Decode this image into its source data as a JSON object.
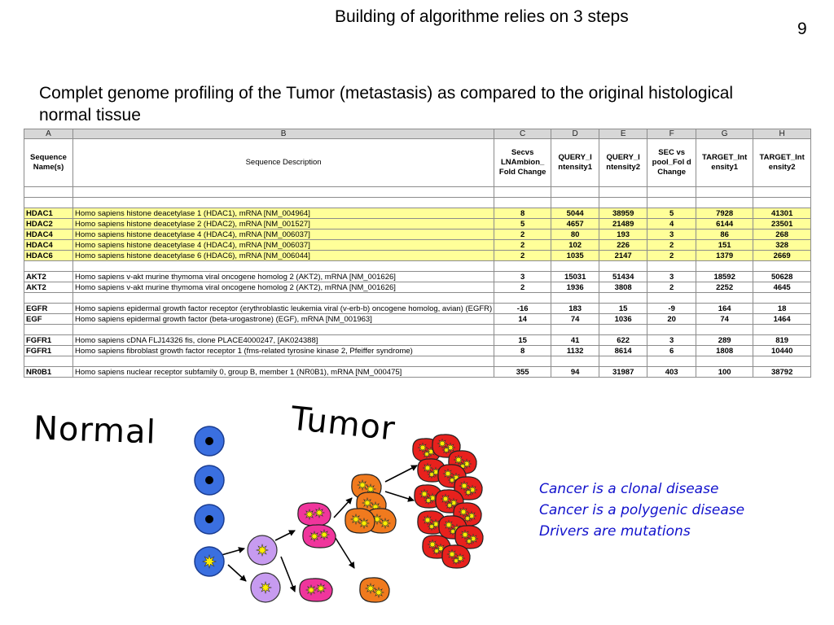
{
  "slide": {
    "title": "Building of algorithme relies on 3 steps",
    "number": "9",
    "subtitle": "Complet genome profiling of the Tumor (metastasis) as compared to the original histological normal tissue"
  },
  "spreadsheet": {
    "column_letters": [
      "A",
      "B",
      "C",
      "D",
      "E",
      "F",
      "G",
      "H"
    ],
    "headers": [
      "Sequence Name(s)",
      "Sequence Description",
      "Secvs LNAmbion_ Fold Change",
      "QUERY_I ntensity1",
      "QUERY_I ntensity2",
      "SEC vs pool_Fol d Change",
      "TARGET_Int ensity1",
      "TARGET_Int ensity2"
    ],
    "highlight_color": "#ffff99",
    "rows": [
      {
        "type": "blank"
      },
      {
        "type": "blank"
      },
      {
        "type": "data",
        "highlight": true,
        "cells": [
          "HDAC1",
          "Homo sapiens histone deacetylase 1 (HDAC1), mRNA [NM_004964]",
          "8",
          "5044",
          "38959",
          "5",
          "7928",
          "41301"
        ]
      },
      {
        "type": "data",
        "highlight": true,
        "cells": [
          "HDAC2",
          "Homo sapiens histone deacetylase 2 (HDAC2), mRNA [NM_001527]",
          "5",
          "4657",
          "21489",
          "4",
          "6144",
          "23501"
        ]
      },
      {
        "type": "data",
        "highlight": true,
        "cells": [
          "HDAC4",
          "Homo sapiens histone deacetylase 4 (HDAC4), mRNA [NM_006037]",
          "2",
          "80",
          "193",
          "3",
          "86",
          "268"
        ]
      },
      {
        "type": "data",
        "highlight": true,
        "cells": [
          "HDAC4",
          "Homo sapiens histone deacetylase 4 (HDAC4), mRNA [NM_006037]",
          "2",
          "102",
          "226",
          "2",
          "151",
          "328"
        ]
      },
      {
        "type": "data",
        "highlight": true,
        "cells": [
          "HDAC6",
          "Homo sapiens histone deacetylase 6 (HDAC6), mRNA [NM_006044]",
          "2",
          "1035",
          "2147",
          "2",
          "1379",
          "2669"
        ]
      },
      {
        "type": "blank"
      },
      {
        "type": "data",
        "highlight": false,
        "cells": [
          "AKT2",
          "Homo sapiens v-akt murine thymoma viral oncogene homolog 2 (AKT2), mRNA [NM_001626]",
          "3",
          "15031",
          "51434",
          "3",
          "18592",
          "50628"
        ]
      },
      {
        "type": "data",
        "highlight": false,
        "cells": [
          "AKT2",
          "Homo sapiens v-akt murine thymoma viral oncogene homolog 2 (AKT2), mRNA [NM_001626]",
          "2",
          "1936",
          "3808",
          "2",
          "2252",
          "4645"
        ]
      },
      {
        "type": "blank"
      },
      {
        "type": "data",
        "highlight": false,
        "cells": [
          "EGFR",
          "Homo sapiens epidermal growth factor receptor (erythroblastic leukemia viral (v-erb-b) oncogene homolog, avian) (EGFR)",
          "-16",
          "183",
          "15",
          "-9",
          "164",
          "18"
        ]
      },
      {
        "type": "data",
        "highlight": false,
        "cells": [
          "EGF",
          "Homo sapiens epidermal growth factor (beta-urogastrone) (EGF), mRNA [NM_001963]",
          "14",
          "74",
          "1036",
          "20",
          "74",
          "1464"
        ]
      },
      {
        "type": "blank"
      },
      {
        "type": "data",
        "highlight": false,
        "cells": [
          "FGFR1",
          "Homo sapiens cDNA FLJ14326 fis, clone PLACE4000247, [AK024388]",
          "15",
          "41",
          "622",
          "3",
          "289",
          "819"
        ]
      },
      {
        "type": "data",
        "highlight": false,
        "cells": [
          "FGFR1",
          "Homo sapiens fibroblast growth factor receptor 1 (fms-related tyrosine kinase 2, Pfeiffer syndrome)",
          "8",
          "1132",
          "8614",
          "6",
          "1808",
          "10440"
        ]
      },
      {
        "type": "blank"
      },
      {
        "type": "data",
        "highlight": false,
        "cells": [
          "NR0B1",
          "Homo sapiens nuclear receptor subfamily 0, group B, member 1 (NR0B1), mRNA [NM_000475]",
          "355",
          "94",
          "31987",
          "403",
          "100",
          "38792"
        ]
      }
    ]
  },
  "diagram": {
    "normal_label": "Normal",
    "tumor_label": "Tumor",
    "colors": {
      "normal_cell": "#3a6fe0",
      "precursor_cell": "#c79bf0",
      "magenta_cell": "#f0359c",
      "orange_cell": "#f07a1e",
      "red_cell": "#e8211d",
      "mutation_star": "#ffee00"
    }
  },
  "notes": [
    "Cancer is a clonal disease",
    "Cancer is a polygenic disease",
    "Drivers are mutations"
  ]
}
